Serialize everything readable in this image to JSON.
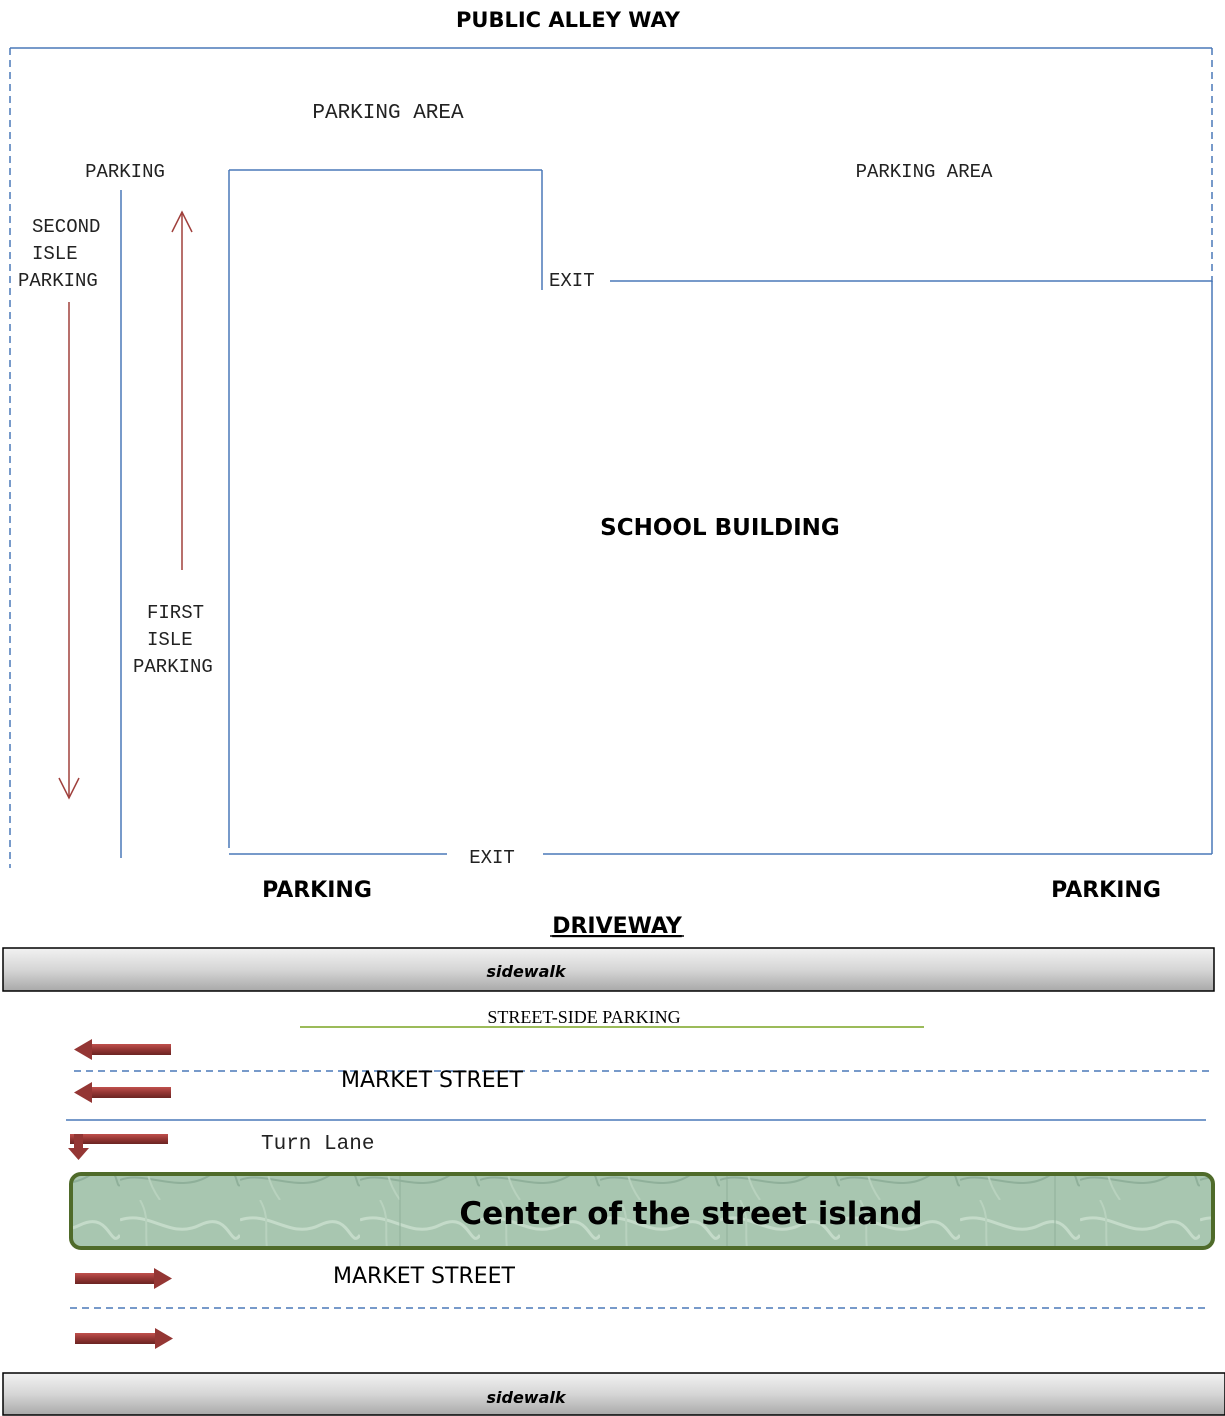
{
  "alley": {
    "label": "PUBLIC ALLEY WAY"
  },
  "lot": {
    "parking_area_top": "PARKING AREA",
    "parking_area_right": "PARKING AREA",
    "parking_left": "PARKING",
    "second_isle": [
      "SECOND",
      "ISLE",
      "PARKING"
    ],
    "first_isle": [
      "FIRST",
      "ISLE",
      "PARKING"
    ],
    "exit_top": "EXIT",
    "exit_bottom": "EXIT",
    "school_building": "SCHOOL BUILDING",
    "parking_bottom_left": "PARKING",
    "parking_bottom_right": "PARKING",
    "driveway": "DRIVEWAY"
  },
  "street": {
    "sidewalk_top": "sidewalk",
    "street_side_parking": "STREET-SIDE PARKING",
    "market_street_upper": "MARKET STREET",
    "turn_lane": "Turn Lane",
    "island": "Center of the street island",
    "market_street_lower": "MARKET STREET",
    "sidewalk_bottom": "sidewalk"
  },
  "colors": {
    "road_lines": "#4a78b8",
    "arrows": "#9b3b37",
    "island_fill": "#9fbfa8",
    "island_border": "#4f6b2a",
    "sidewalk_fill": "#d0d0d0",
    "street_side_parking_line": "#9bbb59"
  }
}
